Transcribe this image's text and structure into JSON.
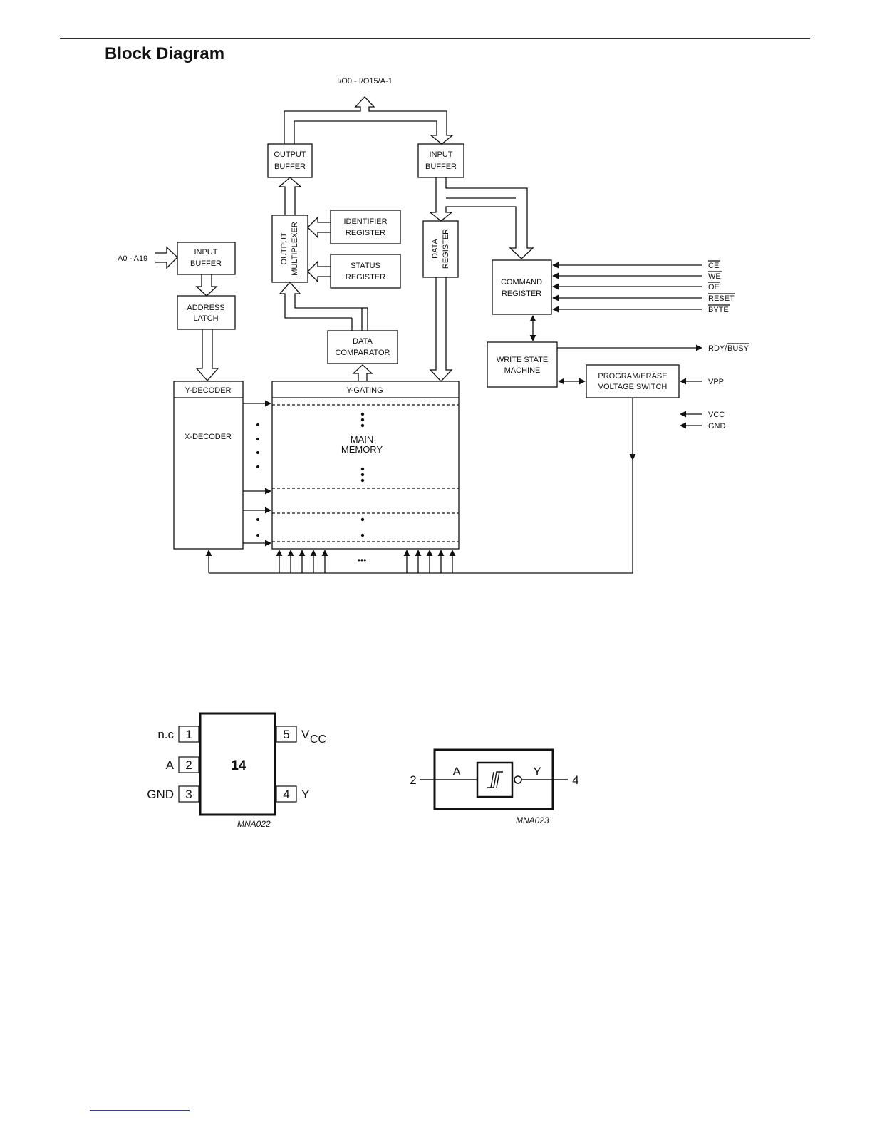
{
  "page": {
    "heading": "Block Diagram"
  },
  "block_diagram": {
    "bus_label": "I/O0 - I/O15/A-1",
    "address_input_label": "A0 - A19",
    "output_buffer": [
      "OUTPUT",
      "BUFFER"
    ],
    "input_buffer_top": [
      "INPUT",
      "BUFFER"
    ],
    "input_buffer_left": [
      "INPUT",
      "BUFFER"
    ],
    "output_multiplexer": [
      "OUTPUT",
      "MULTIPLEXER"
    ],
    "identifier_register": [
      "IDENTIFIER",
      "REGISTER"
    ],
    "status_register": [
      "STATUS",
      "REGISTER"
    ],
    "data_register": [
      "DATA",
      "REGISTER"
    ],
    "command_register": [
      "COMMAND",
      "REGISTER"
    ],
    "address_latch": [
      "ADDRESS",
      "LATCH"
    ],
    "data_comparator": [
      "DATA",
      "COMPARATOR"
    ],
    "write_state_machine": [
      "WRITE STATE",
      "MACHINE"
    ],
    "program_erase_switch": [
      "PROGRAM/ERASE",
      "VOLTAGE SWITCH"
    ],
    "y_decoder": "Y-DECODER",
    "x_decoder": "X-DECODER",
    "y_gating": "Y-GATING",
    "main_memory": [
      "MAIN",
      "MEMORY"
    ],
    "control_signals": [
      "CE",
      "WE",
      "OE",
      "RESET",
      "BYTE"
    ],
    "rdy_busy": {
      "rdy": "RDY/",
      "busy": "BUSY"
    },
    "vpp": "VPP",
    "vcc": "VCC",
    "gnd": "GND",
    "dots": "•••"
  },
  "pinout": {
    "chip_label": "14",
    "pins_left": [
      {
        "num": "1",
        "name": "n.c"
      },
      {
        "num": "2",
        "name": "A"
      },
      {
        "num": "3",
        "name": "GND"
      }
    ],
    "pins_right": [
      {
        "num": "5",
        "name": "V",
        "sub": "CC"
      },
      {
        "num": "4",
        "name": "Y"
      }
    ],
    "figure_code": "MNA022"
  },
  "logic_symbol": {
    "input_pin": "2",
    "input_name": "A",
    "output_name": "Y",
    "output_pin": "4",
    "figure_code": "MNA023"
  }
}
